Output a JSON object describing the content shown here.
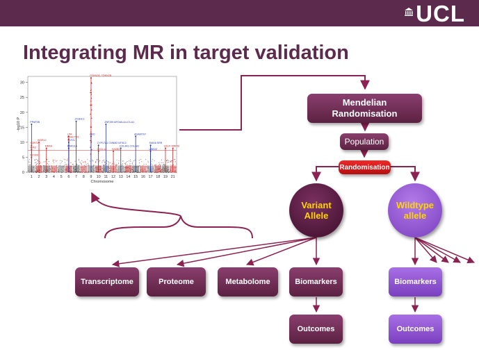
{
  "header": {
    "logo_text": "UCL"
  },
  "slide_title": "Integrating MR in target validation",
  "diagram": {
    "mendelian_line1": "Mendelian",
    "mendelian_line2": "Randomisation",
    "population": "Population",
    "randomisation": "Randomisation",
    "variant_line1": "Variant",
    "variant_line2": "Allele",
    "wildtype_line1": "Wildtype",
    "wildtype_line2": "allele",
    "transcriptome": "Transcriptome",
    "proteome": "Proteome",
    "metabolome": "Metabolome",
    "biomarkers_variant": "Biomarkers",
    "outcomes_variant": "Outcomes",
    "biomarkers_wildtype": "Biomarkers",
    "outcomes_wildtype": "Outcomes",
    "colors": {
      "dark": "#5b2141",
      "purple": "#7a3fbf",
      "red": "#cc1a1a",
      "arrow": "#8b2252"
    }
  },
  "chart_data": {
    "type": "scatter",
    "subtype": "manhattan",
    "xlabel": "Chromosome",
    "ylabel": "-log10 P",
    "x_ticks": [
      "1",
      "2",
      "3",
      "4",
      "5",
      "6",
      "7",
      "8",
      "9",
      "10",
      "11",
      "12",
      "13",
      "14",
      "15",
      "16",
      "17",
      "18",
      "19",
      "21"
    ],
    "y_ticks": [
      0,
      5,
      10,
      15,
      20,
      25,
      30
    ],
    "ylim": [
      0,
      32
    ],
    "threshold": 7.3,
    "labels": [
      {
        "text": "CDKN2A, CDKN2B",
        "chrom": 9,
        "y": 31.5,
        "color": "#cc2222"
      },
      {
        "text": "ZC3HC1",
        "chrom": 7,
        "y": 17,
        "color": "#2233aa"
      },
      {
        "text": "PPAP2B",
        "chrom": 1,
        "y": 16,
        "color": "#2233aa"
      },
      {
        "text": "ZNF259 APOA5-A4-C3-A1",
        "chrom": 11,
        "y": 16,
        "color": "#2233aa"
      },
      {
        "text": "LPA",
        "chrom": 6,
        "y": 12,
        "color": "#cc2222"
      },
      {
        "text": "ABO",
        "chrom": 9,
        "y": 12,
        "color": "#2233aa"
      },
      {
        "text": "ADAMTS7",
        "chrom": 15,
        "y": 12,
        "color": "#2233aa"
      },
      {
        "text": "PHACTR1",
        "chrom": 6,
        "y": 11,
        "color": "#cc2222"
      },
      {
        "text": "TCF21",
        "chrom": 6,
        "y": 10,
        "color": "#2233aa"
      },
      {
        "text": "WDR12",
        "chrom": 2,
        "y": 10,
        "color": "#cc2222"
      },
      {
        "text": "SORT1",
        "chrom": 1,
        "y": 9,
        "color": "#cc2222"
      },
      {
        "text": "CYP17A1 CNNM2 NT5C2",
        "chrom": 10,
        "y": 9,
        "color": "#2233aa"
      },
      {
        "text": "SMG6 SRR",
        "chrom": 17,
        "y": 9,
        "color": "#2233aa"
      },
      {
        "text": "MRAS",
        "chrom": 3,
        "y": 8,
        "color": "#cc2222"
      },
      {
        "text": "ANKS1A",
        "chrom": 6,
        "y": 8,
        "color": "#2233aa"
      },
      {
        "text": "COL4A1 COL4A2",
        "chrom": 13,
        "y": 8,
        "color": "#2233aa"
      },
      {
        "text": "MIA3",
        "chrom": 1,
        "y": 7.5,
        "color": "#cc2222"
      },
      {
        "text": "CXCL12",
        "chrom": 10,
        "y": 7,
        "color": "#cc2222"
      },
      {
        "text": "LDLR",
        "chrom": 19,
        "y": 8,
        "color": "#cc2222"
      },
      {
        "text": "SH2B3",
        "chrom": 12,
        "y": 7,
        "color": "#cc2222"
      },
      {
        "text": "UBE2Z",
        "chrom": 17,
        "y": 7,
        "color": "#2233aa"
      },
      {
        "text": "PCSK9",
        "chrom": 1,
        "y": 5,
        "color": "#cc2222"
      },
      {
        "text": "MRPS6",
        "chrom": 21,
        "y": 8,
        "color": "#cc2222"
      }
    ]
  }
}
